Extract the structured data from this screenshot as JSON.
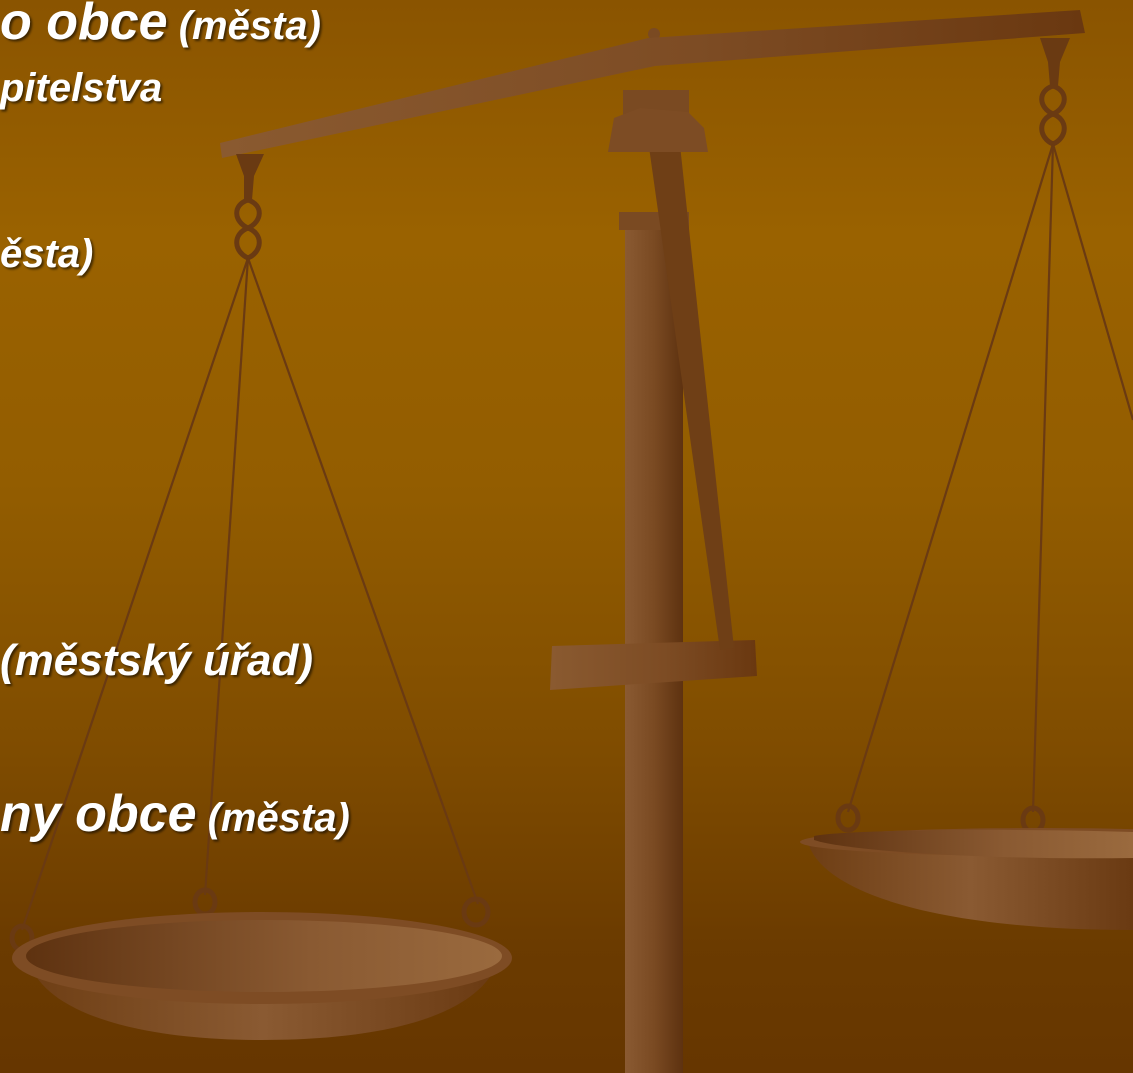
{
  "slide": {
    "lines": [
      {
        "main": "o obce",
        "suffix": " (města)"
      },
      {
        "main": "pitelstva",
        "suffix": ""
      },
      {
        "main": "ěsta)",
        "suffix": ""
      },
      {
        "main": "(městský úřad)",
        "suffix": ""
      },
      {
        "main": "ny obce",
        "suffix": " (města)"
      }
    ]
  },
  "colors": {
    "text": "#ffffff",
    "background": "#935d00",
    "scale_wood": "#7a4a22"
  },
  "icons": [
    "scales-of-justice-icon"
  ]
}
